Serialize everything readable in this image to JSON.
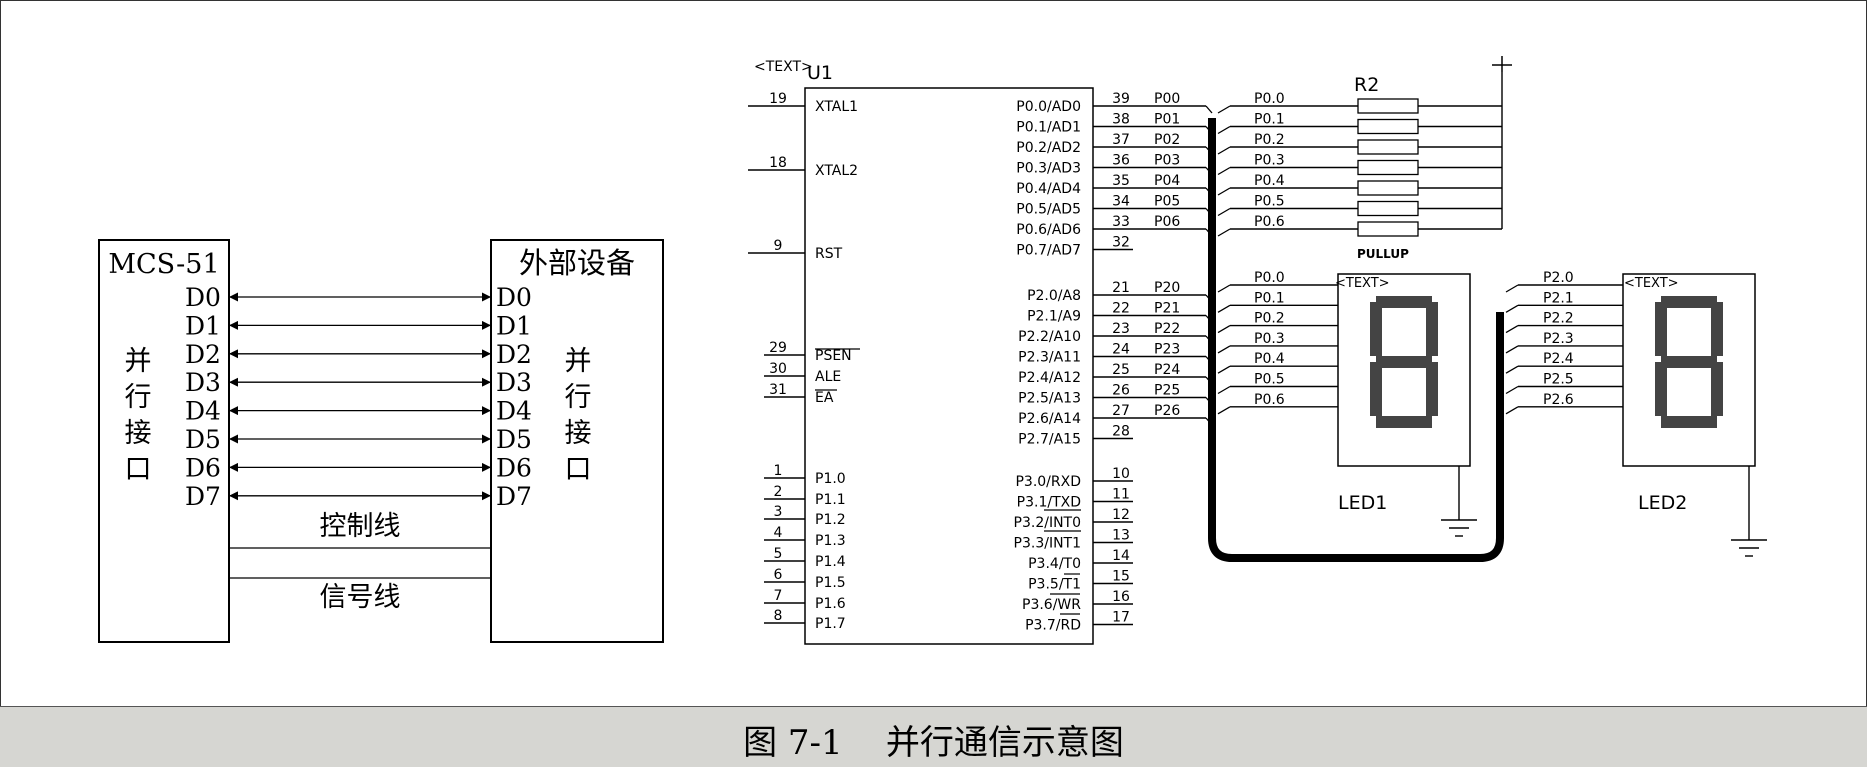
{
  "caption": "图 7-1    并行通信示意图",
  "left": {
    "mcu_title": "MCS-51",
    "device_title": "外部设备",
    "left_port_chars": [
      "并",
      "行",
      "接",
      "口"
    ],
    "right_port_chars": [
      "并",
      "行",
      "接",
      "口"
    ],
    "data_lines": [
      "D0",
      "D1",
      "D2",
      "D3",
      "D4",
      "D5",
      "D6",
      "D7"
    ],
    "control_label": "控制线",
    "signal_label": "信号线"
  },
  "chip": {
    "ref": "U1",
    "text_tag": "<TEXT>",
    "left_pins": [
      {
        "num": "19",
        "name": "XTAL1"
      },
      {
        "num": "18",
        "name": "XTAL2"
      },
      {
        "num": "9",
        "name": "RST"
      },
      {
        "num": "29",
        "name": "PSEN"
      },
      {
        "num": "30",
        "name": "ALE"
      },
      {
        "num": "31",
        "name": "EA"
      },
      {
        "num": "1",
        "name": "P1.0"
      },
      {
        "num": "2",
        "name": "P1.1"
      },
      {
        "num": "3",
        "name": "P1.2"
      },
      {
        "num": "4",
        "name": "P1.3"
      },
      {
        "num": "5",
        "name": "P1.4"
      },
      {
        "num": "6",
        "name": "P1.5"
      },
      {
        "num": "7",
        "name": "P1.6"
      },
      {
        "num": "8",
        "name": "P1.7"
      }
    ],
    "right_pins": [
      {
        "num": "39",
        "name": "P0.0/AD0",
        "net": "P00"
      },
      {
        "num": "38",
        "name": "P0.1/AD1",
        "net": "P01"
      },
      {
        "num": "37",
        "name": "P0.2/AD2",
        "net": "P02"
      },
      {
        "num": "36",
        "name": "P0.3/AD3",
        "net": "P03"
      },
      {
        "num": "35",
        "name": "P0.4/AD4",
        "net": "P04"
      },
      {
        "num": "34",
        "name": "P0.5/AD5",
        "net": "P05"
      },
      {
        "num": "33",
        "name": "P0.6/AD6",
        "net": "P06"
      },
      {
        "num": "32",
        "name": "P0.7/AD7",
        "net": ""
      },
      {
        "num": "21",
        "name": "P2.0/A8",
        "net": "P20"
      },
      {
        "num": "22",
        "name": "P2.1/A9",
        "net": "P21"
      },
      {
        "num": "23",
        "name": "P2.2/A10",
        "net": "P22"
      },
      {
        "num": "24",
        "name": "P2.3/A11",
        "net": "P23"
      },
      {
        "num": "25",
        "name": "P2.4/A12",
        "net": "P24"
      },
      {
        "num": "26",
        "name": "P2.5/A13",
        "net": "P25"
      },
      {
        "num": "27",
        "name": "P2.6/A14",
        "net": "P26"
      },
      {
        "num": "28",
        "name": "P2.7/A15",
        "net": ""
      },
      {
        "num": "10",
        "name": "P3.0/RXD",
        "net": ""
      },
      {
        "num": "11",
        "name": "P3.1/TXD",
        "net": ""
      },
      {
        "num": "12",
        "name": "P3.2/INT0",
        "net": ""
      },
      {
        "num": "13",
        "name": "P3.3/INT1",
        "net": ""
      },
      {
        "num": "14",
        "name": "P3.4/T0",
        "net": ""
      },
      {
        "num": "15",
        "name": "P3.5/T1",
        "net": ""
      },
      {
        "num": "16",
        "name": "P3.6/WR",
        "net": ""
      },
      {
        "num": "17",
        "name": "P3.7/RD",
        "net": ""
      }
    ]
  },
  "resistor": {
    "ref": "R2",
    "type": "PULLUP",
    "nets": [
      "P0.0",
      "P0.1",
      "P0.2",
      "P0.3",
      "P0.4",
      "P0.5",
      "P0.6"
    ]
  },
  "led1": {
    "ref": "LED1",
    "text_tag": "<TEXT>",
    "digit": "8",
    "nets": [
      "P0.0",
      "P0.1",
      "P0.2",
      "P0.3",
      "P0.4",
      "P0.5",
      "P0.6"
    ]
  },
  "led2": {
    "ref": "LED2",
    "text_tag": "<TEXT>",
    "digit": "8",
    "nets": [
      "P2.0",
      "P2.1",
      "P2.2",
      "P2.3",
      "P2.4",
      "P2.5",
      "P2.6"
    ]
  }
}
